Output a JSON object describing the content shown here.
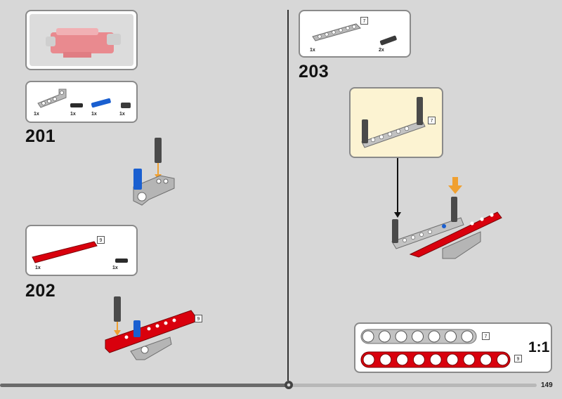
{
  "page_number": "149",
  "steps": {
    "s201": {
      "number": "201",
      "parts_qty": [
        "1x",
        "1x",
        "1x",
        "1x"
      ]
    },
    "s202": {
      "number": "202",
      "parts_qty": [
        "1x",
        "1x"
      ],
      "beam_length": "9",
      "assembly_length": "9"
    },
    "s203": {
      "number": "203",
      "parts_qty": [
        "1x",
        "2x"
      ],
      "beam_length": "7",
      "callout_length": "7"
    }
  },
  "scale_panel": {
    "label": "1:1",
    "beam_gray_length": "7",
    "beam_red_length": "9",
    "gray_holes": 7,
    "red_holes": 9
  },
  "colors": {
    "red": "#d9000d",
    "blue": "#1a5fd0",
    "gray": "#a9a9a9",
    "callout_bg": "#fcf3d2",
    "arrow_orange": "#f0a030"
  },
  "icons": [
    "gear-icon",
    "arrow-down-icon"
  ]
}
